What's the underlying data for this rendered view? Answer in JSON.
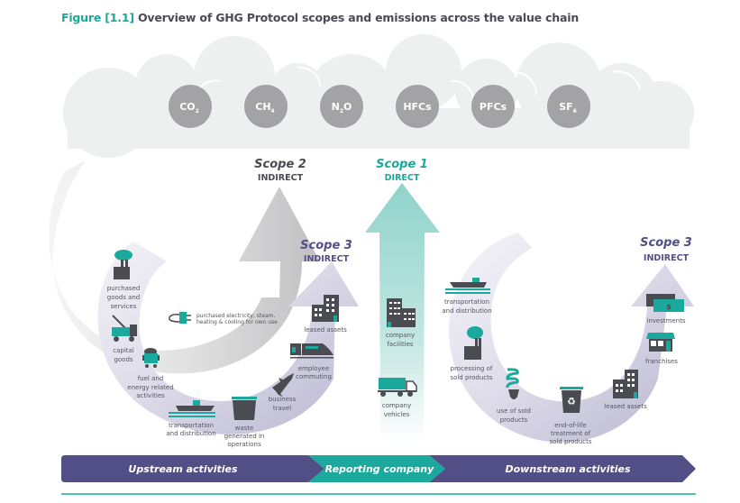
{
  "figure": {
    "number_label": "Figure [1.1]",
    "title": "Overview of GHG Protocol scopes and emissions across the value chain"
  },
  "gases": [
    {
      "base": "CO",
      "sub": "2"
    },
    {
      "base": "CH",
      "sub": "4"
    },
    {
      "base": "N",
      "sub": "2",
      "tail": "O"
    },
    {
      "base": "HFCs",
      "sub": ""
    },
    {
      "base": "PFCs",
      "sub": ""
    },
    {
      "base": "SF",
      "sub": "6"
    }
  ],
  "scopes": {
    "scope2": {
      "title": "Scope 2",
      "subtitle": "INDIRECT"
    },
    "scope1": {
      "title": "Scope 1",
      "subtitle": "DIRECT"
    },
    "scope3_upstream": {
      "title": "Scope 3",
      "subtitle": "INDIRECT"
    },
    "scope3_downstream": {
      "title": "Scope 3",
      "subtitle": "INDIRECT"
    }
  },
  "scope2_item": {
    "icon": "power-plug-icon",
    "lines": [
      "purchased electricity, steam,",
      "heating & cooling for own use"
    ]
  },
  "upstream_items": [
    {
      "icon": "factory-icon",
      "lines": [
        "purchased",
        "goods and",
        "services"
      ]
    },
    {
      "icon": "crane-truck-icon",
      "lines": [
        "capital",
        "goods"
      ]
    },
    {
      "icon": "coal-cart-icon",
      "lines": [
        "fuel and",
        "energy related",
        "activities"
      ]
    },
    {
      "icon": "ship-icon",
      "lines": [
        "transportation",
        "and distribution"
      ]
    },
    {
      "icon": "waste-bin-icon",
      "lines": [
        "waste",
        "generated in",
        "operations"
      ]
    },
    {
      "icon": "airplane-icon",
      "lines": [
        "business",
        "travel"
      ]
    },
    {
      "icon": "train-icon",
      "lines": [
        "employee",
        "commuting"
      ]
    },
    {
      "icon": "building-icon",
      "lines": [
        "leased assets"
      ]
    }
  ],
  "direct_items": [
    {
      "icon": "building-icon",
      "lines": [
        "company",
        "facilities"
      ]
    },
    {
      "icon": "truck-icon",
      "lines": [
        "company",
        "vehicles"
      ]
    }
  ],
  "downstream_items": [
    {
      "icon": "ship-icon",
      "lines": [
        "transportation",
        "and distribution"
      ]
    },
    {
      "icon": "factory-icon",
      "lines": [
        "processing of",
        "sold products"
      ]
    },
    {
      "icon": "light-bulb-icon",
      "lines": [
        "use of sold",
        "products"
      ]
    },
    {
      "icon": "recycle-bin-icon",
      "lines": [
        "end-of-life",
        "treatment of",
        "sold products"
      ]
    },
    {
      "icon": "building-icon",
      "lines": [
        "leased assets"
      ]
    },
    {
      "icon": "storefront-icon",
      "lines": [
        "franchises"
      ]
    },
    {
      "icon": "money-icon",
      "lines": [
        "investments"
      ],
      "symbol": "$"
    }
  ],
  "value_chain_bar": {
    "upstream": "Upstream activities",
    "reporting": "Reporting company",
    "downstream": "Downstream activities"
  },
  "colors": {
    "teal": "#1aa99c",
    "purple": "#524f86",
    "dark_icon": "#4b4b52",
    "gas_circle": "#a3a3a6",
    "cloud": "#eeefef"
  }
}
